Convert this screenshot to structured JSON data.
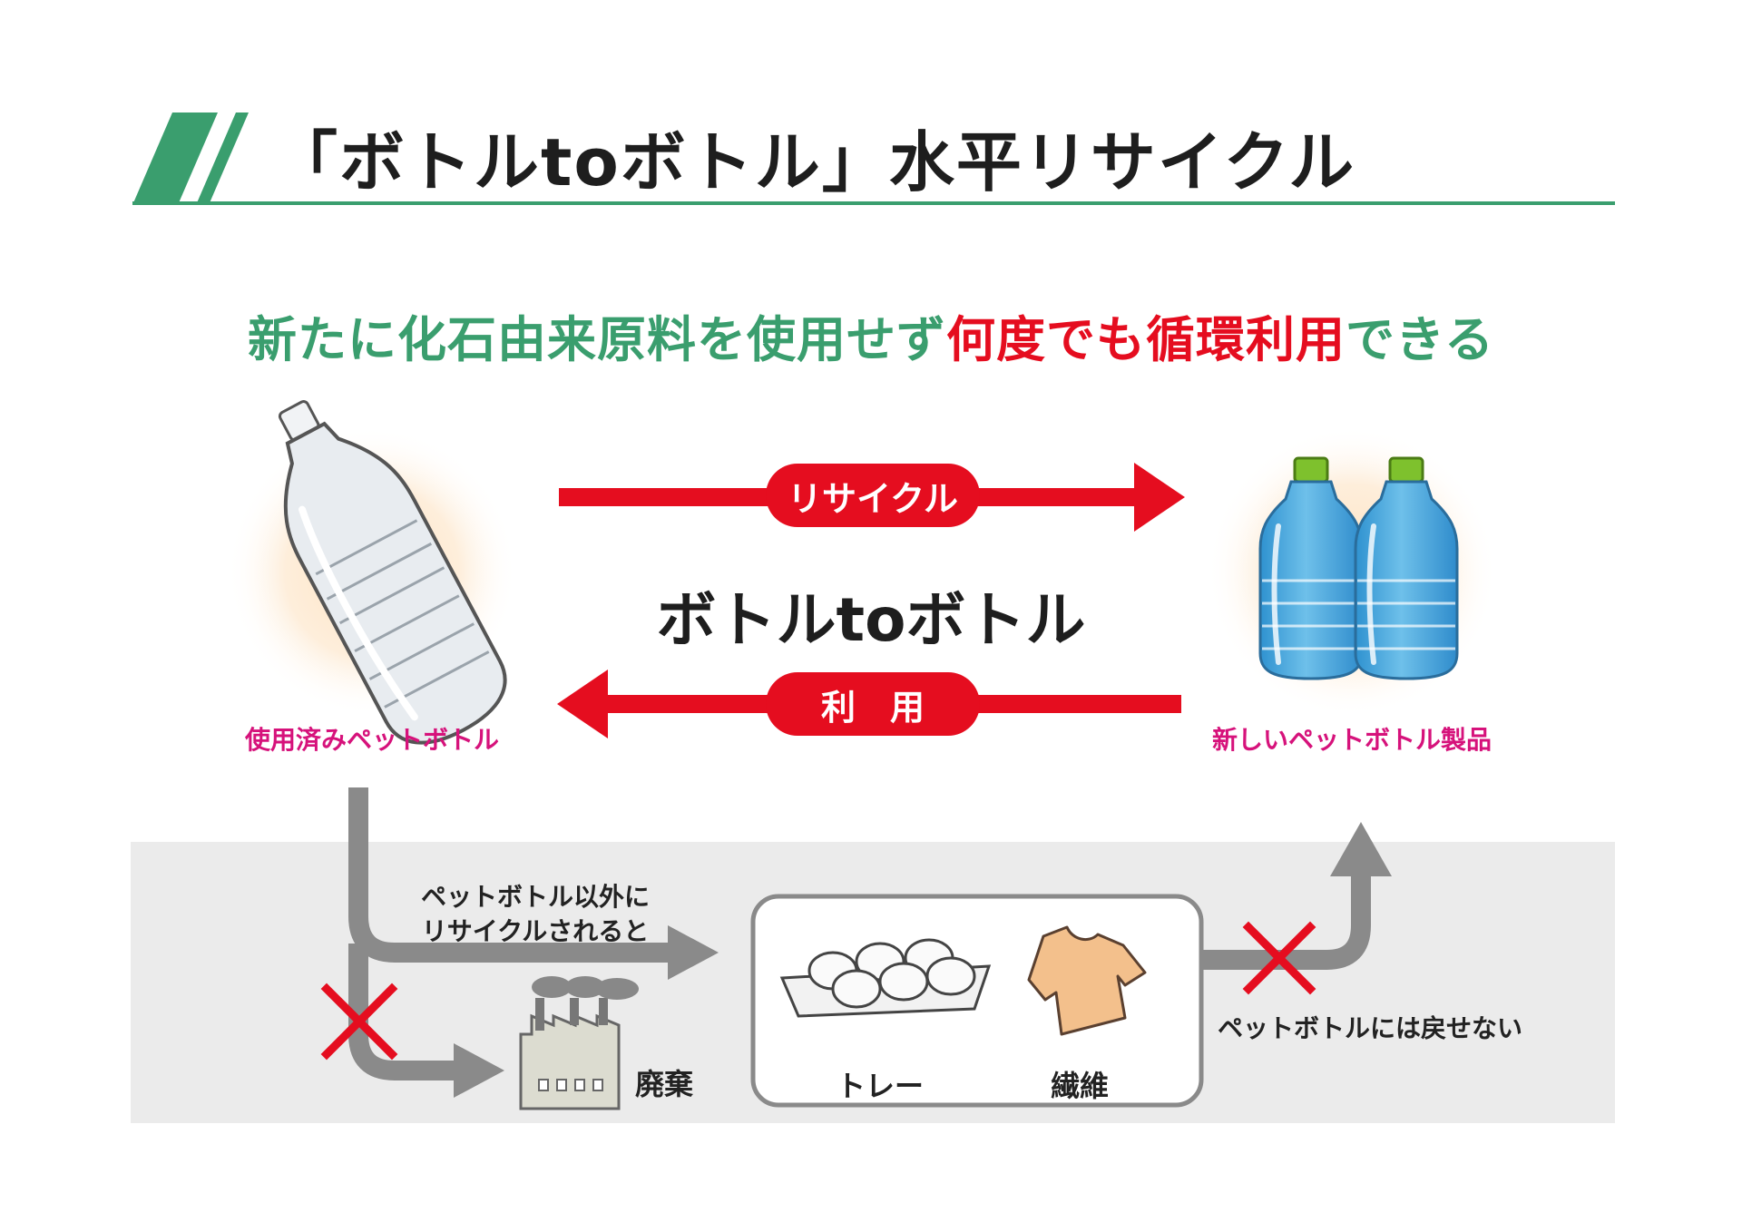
{
  "header": {
    "title": "「ボトルtoボトル」水平リサイクル",
    "accent_color": "#3a9e6e"
  },
  "subtitle": {
    "part1": "新たに化石由来原料を使用せず",
    "part2": "何度でも循環利用",
    "part3": "できる",
    "green": "#3a9e6e",
    "red": "#e50d1f"
  },
  "cycle": {
    "top_arrow_label": "リサイクル",
    "bottom_arrow_label": "利　用",
    "center_label": "ボトルtoボトル",
    "left_item": {
      "caption": "使用済みペットボトル",
      "icon": "used-bottle-icon"
    },
    "right_item": {
      "caption": "新しいペットボトル製品",
      "icon": "new-bottles-icon"
    },
    "arrow_color": "#e50d1f"
  },
  "lower_flow": {
    "recycle_other_line1": "ペットボトル以外に",
    "recycle_other_line2": "リサイクルされると",
    "disposal_label": "廃棄",
    "tray_label": "トレー",
    "fiber_label": "繊維",
    "cannot_return_label": "ペットボトルには戻せない",
    "icons": [
      "factory-icon",
      "egg-tray-icon",
      "tshirt-icon",
      "cross-mark-icon"
    ],
    "flow_color": "#8a8a8a",
    "panel_bg": "#ebebeb"
  }
}
